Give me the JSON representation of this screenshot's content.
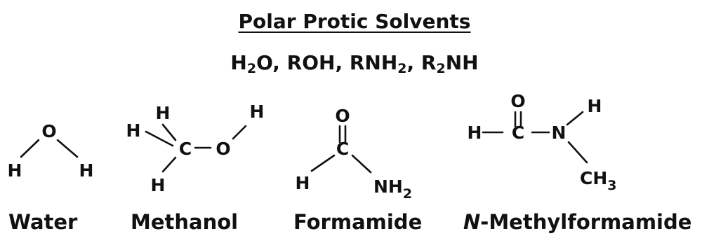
{
  "title": "Polar Protic Solvents",
  "formula": {
    "p1": "H",
    "s1": "2",
    "p2": "O, ROH, RNH",
    "s2": "2",
    "p3": ", R",
    "s3": "2",
    "p4": "NH"
  },
  "atoms": {
    "water": {
      "o": "O",
      "h_left": "H",
      "h_right": "H"
    },
    "methanol": {
      "h_top": "H",
      "h_left": "H",
      "h_bottom": "H",
      "c": "C",
      "o": "O",
      "h_o": "H"
    },
    "formamide": {
      "o": "O",
      "c": "C",
      "h": "H",
      "nh": "NH",
      "nh_sub": "2"
    },
    "nmf": {
      "o": "O",
      "h_left": "H",
      "c": "C",
      "n": "N",
      "h_n": "H",
      "ch": "CH",
      "ch_sub": "3"
    }
  },
  "names": {
    "water": "Water",
    "methanol": "Methanol",
    "formamide": "Formamide",
    "nmf_prefix": "N",
    "nmf_rest": "-Methylformamide"
  }
}
